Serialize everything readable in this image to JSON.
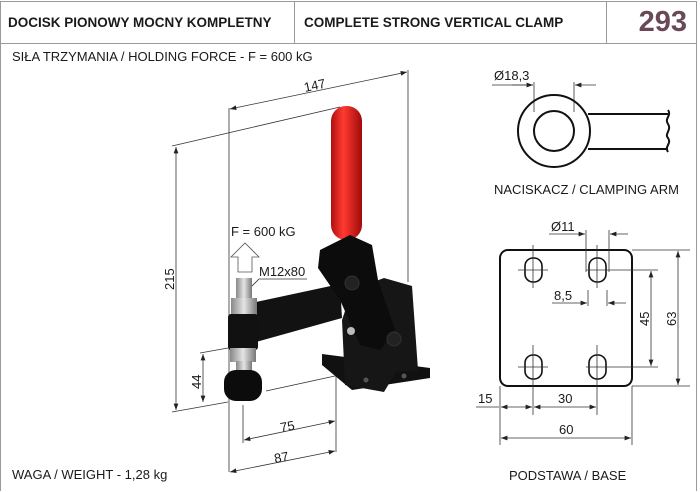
{
  "header": {
    "title_pl": "DOCISK PIONOWY MOCNY KOMPLETNY",
    "title_en": "COMPLETE STRONG VERTICAL CLAMP",
    "number": "293"
  },
  "holding_force": "SIŁA TRZYMANIA / HOLDING FORCE - F = 600 kG",
  "weight": "WAGA / WEIGHT - 1,28 kg",
  "clamp": {
    "dim_length": "147",
    "dim_height": "215",
    "dim_spindle": "44",
    "dim_75": "75",
    "dim_87": "87",
    "force": "F = 600 kG",
    "screw": "M12x80"
  },
  "arm": {
    "diameter": "Ø18,3",
    "caption": "NACISKACZ / CLAMPING ARM"
  },
  "base": {
    "hole": "Ø11",
    "slot": "8,5",
    "inner_h": "45",
    "outer_h": "63",
    "offset": "15",
    "spacing": "30",
    "width": "60",
    "caption": "PODSTAWA / BASE"
  },
  "colors": {
    "number": "#6a4858",
    "handle": "#e0201e",
    "body": "#111111"
  }
}
